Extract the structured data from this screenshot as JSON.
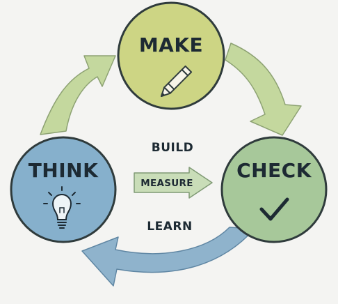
{
  "nodes": {
    "make": {
      "label": "MAKE",
      "fill": "#cdd584",
      "stroke": "#2f3b3c",
      "icon": "pencil-icon"
    },
    "check": {
      "label": "CHECK",
      "fill": "#a7c89a",
      "stroke": "#2f3b3c",
      "icon": "checkmark-icon"
    },
    "think": {
      "label": "THINK",
      "fill": "#86b0cc",
      "stroke": "#2f3b3c",
      "icon": "lightbulb-icon"
    }
  },
  "center": {
    "build": "BUILD",
    "measure": "MEASURE",
    "learn": "LEARN"
  },
  "arrows": {
    "think_to_make": {
      "fill": "#c4d89e",
      "stroke": "#8da273"
    },
    "make_to_check": {
      "fill": "#c4d89e",
      "stroke": "#8da273"
    },
    "check_to_think": {
      "fill": "#8fb3cc",
      "stroke": "#5f86a3"
    },
    "measure": {
      "fill": "#c9ddb8",
      "stroke": "#7f9a74"
    }
  }
}
